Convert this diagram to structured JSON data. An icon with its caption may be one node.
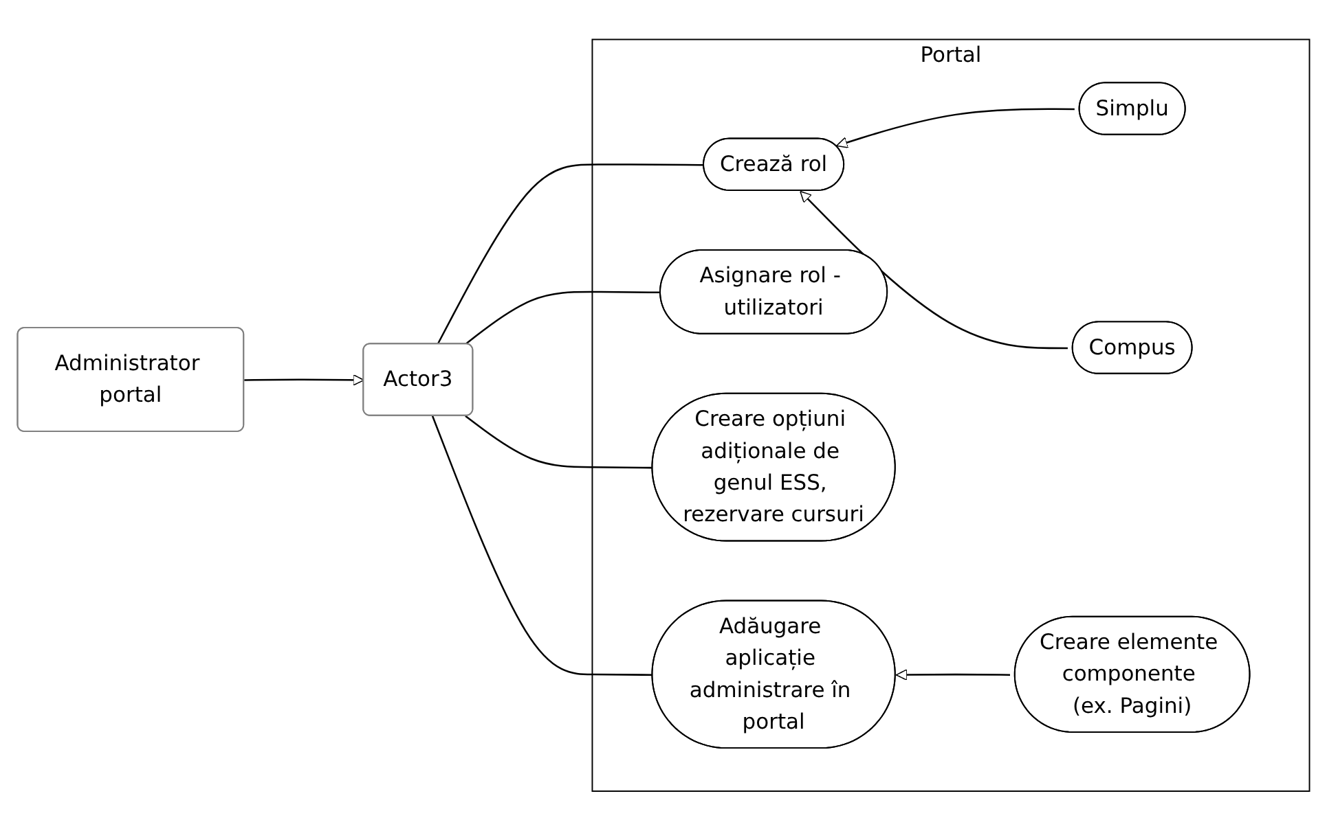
{
  "diagram": {
    "nodes": [
      {
        "text": [
          "Portal"
        ]
      },
      {
        "text": [
          "Actor3"
        ]
      },
      {
        "text": [
          "Administrator portal"
        ]
      },
      {
        "text": [
          "Crează rol"
        ],
        "in": 0
      },
      {
        "text": [
          "Simplu"
        ],
        "in": 0
      },
      {
        "text": [
          "Compus"
        ],
        "in": 0
      },
      {
        "text": [
          "Asignare rol - utilizatori"
        ],
        "in": 0
      },
      {
        "text": [
          "Creare opțiuni adiționale de genul ESS, rezervare cursuri"
        ],
        "in": 0
      },
      {
        "text": [
          "Adăugare aplicație administrare în portal"
        ],
        "in": 0
      },
      {
        "text": [
          "Creare elemente componente (ex. Pagini)"
        ],
        "in": 0
      }
    ],
    "edges": [
      {
        "from": 1,
        "to": 3,
        "arrow": "none"
      },
      {
        "from": 4,
        "to": 3,
        "arrow": "to"
      },
      {
        "from": 5,
        "to": 3,
        "arrow": "to"
      },
      {
        "from": 1,
        "to": 6,
        "arrow": "none"
      },
      {
        "from": 1,
        "to": 7,
        "arrow": "none"
      },
      {
        "from": 1,
        "to": 8,
        "arrow": "none"
      },
      {
        "from": 2,
        "to": 1,
        "arrow": "to"
      },
      {
        "from": 9,
        "to": 8,
        "arrow": "to"
      }
    ]
  }
}
